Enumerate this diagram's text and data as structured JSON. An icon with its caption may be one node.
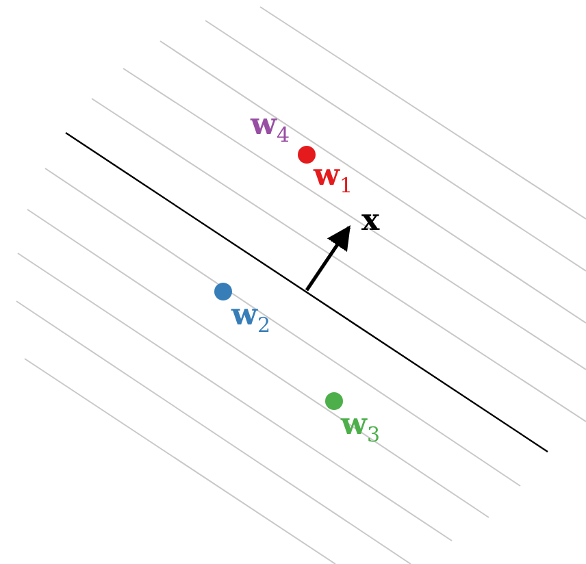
{
  "diagram": {
    "labels": [
      "w$_{4}$",
      "w$_{1}$",
      "x",
      "w$_{2}$",
      "w$_{3}$"
    ]
  }
}
